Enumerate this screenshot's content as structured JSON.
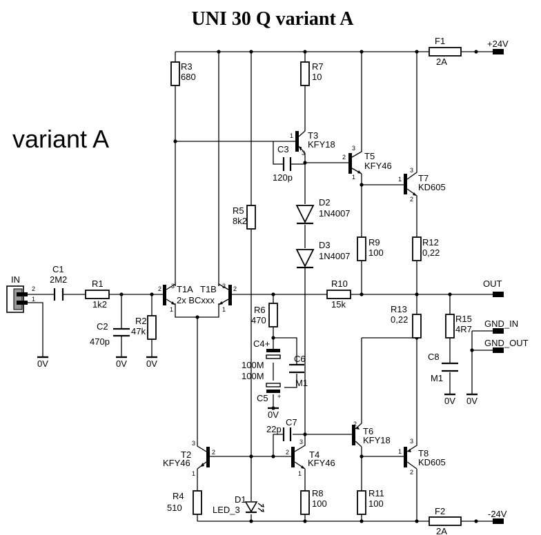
{
  "title": "UNI 30 Q variant A",
  "variant_label": "variant A",
  "nets": {
    "vpos": "+24V",
    "vneg": "-24V",
    "out": "OUT",
    "in": "IN",
    "gnd_in": "GND_IN",
    "gnd_out": "GND_OUT",
    "zero_v": "0V"
  },
  "connector_in": {
    "pin2": "2",
    "pin1": "1"
  },
  "components": {
    "F1": {
      "ref": "F1",
      "value": "2A"
    },
    "F2": {
      "ref": "F2",
      "value": "2A"
    },
    "R1": {
      "ref": "R1",
      "value": "1k2"
    },
    "R2": {
      "ref": "R2",
      "value": "47k"
    },
    "R3": {
      "ref": "R3",
      "value": "680"
    },
    "R4": {
      "ref": "R4",
      "value": "510"
    },
    "R5": {
      "ref": "R5",
      "value": "8k2"
    },
    "R6": {
      "ref": "R6",
      "value": "470"
    },
    "R7": {
      "ref": "R7",
      "value": "10"
    },
    "R8": {
      "ref": "R8",
      "value": "100"
    },
    "R9": {
      "ref": "R9",
      "value": "100"
    },
    "R10": {
      "ref": "R10",
      "value": "15k"
    },
    "R11": {
      "ref": "R11",
      "value": "100"
    },
    "R12": {
      "ref": "R12",
      "value": "0,22"
    },
    "R13": {
      "ref": "R13",
      "value": "0,22"
    },
    "R15": {
      "ref": "R15",
      "value": "4R7"
    },
    "C1": {
      "ref": "C1",
      "value": "2M2"
    },
    "C2": {
      "ref": "C2",
      "value": "470p"
    },
    "C3": {
      "ref": "C3",
      "value": "120p"
    },
    "C4": {
      "ref": "C4+",
      "value": "100M"
    },
    "C5": {
      "ref": "C5",
      "value": "100M"
    },
    "C6": {
      "ref": "C6",
      "value": "M1"
    },
    "C7": {
      "ref": "C7",
      "value": "22p"
    },
    "C8": {
      "ref": "C8",
      "value": "M1"
    },
    "D1": {
      "ref": "D1",
      "value": "LED_3"
    },
    "D2": {
      "ref": "D2",
      "value": "1N4007"
    },
    "D3": {
      "ref": "D3",
      "value": "1N4007"
    },
    "T1A": {
      "ref": "T1A"
    },
    "T1B": {
      "ref": "T1B",
      "value": "2x BCxxx"
    },
    "T2": {
      "ref": "T2",
      "value": "KFY46"
    },
    "T3": {
      "ref": "T3",
      "value": "KFY18"
    },
    "T4": {
      "ref": "T4",
      "value": "KFY46"
    },
    "T5": {
      "ref": "T5",
      "value": "KFY46"
    },
    "T6": {
      "ref": "T6",
      "value": "KFY18"
    },
    "T7": {
      "ref": "T7",
      "value": "KD605"
    },
    "T8": {
      "ref": "T8",
      "value": "KD605"
    }
  },
  "pins": {
    "p1": "1",
    "p2": "2",
    "p3": "3",
    "plus": "+"
  }
}
